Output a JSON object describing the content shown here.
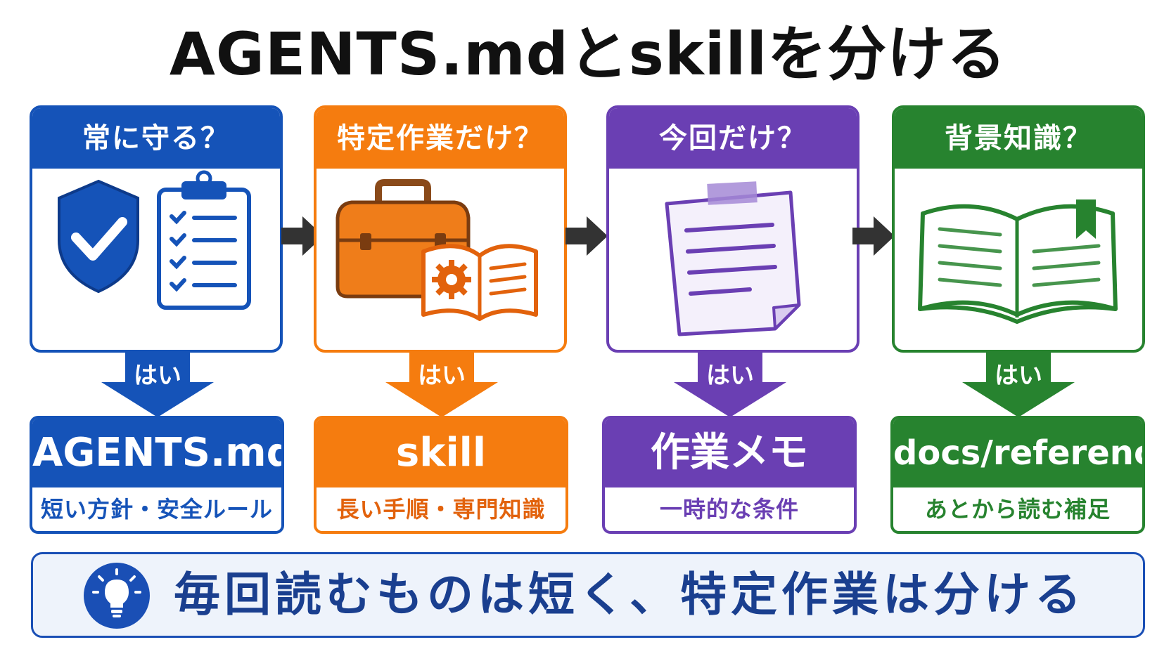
{
  "title": "AGENTS.mdとskillを分ける",
  "yes_label": "はい",
  "colors": {
    "blue": "#1553b8",
    "orange": "#f57c0f",
    "purple": "#6a3fb3",
    "green": "#27832f"
  },
  "columns": [
    {
      "question": "常に守る？",
      "icons": [
        "shield-check-icon",
        "checklist-clipboard-icon"
      ],
      "yes": "はい",
      "result": "AGENTS.md",
      "detail": "短い方針・安全ルール"
    },
    {
      "question": "特定作業だけ？",
      "icons": [
        "toolbox-icon",
        "gear-book-icon"
      ],
      "yes": "はい",
      "result": "skill",
      "detail": "長い手順・専門知識"
    },
    {
      "question": "今回だけ？",
      "icons": [
        "memo-note-icon"
      ],
      "yes": "はい",
      "result": "作業メモ",
      "detail": "一時的な条件"
    },
    {
      "question": "背景知識？",
      "icons": [
        "open-book-icon"
      ],
      "yes": "はい",
      "result": "docs/reference/",
      "detail": "あとから読む補足"
    }
  ],
  "footer": {
    "icon": "lightbulb-icon",
    "text": "毎回読むものは短く、特定作業は分ける"
  }
}
